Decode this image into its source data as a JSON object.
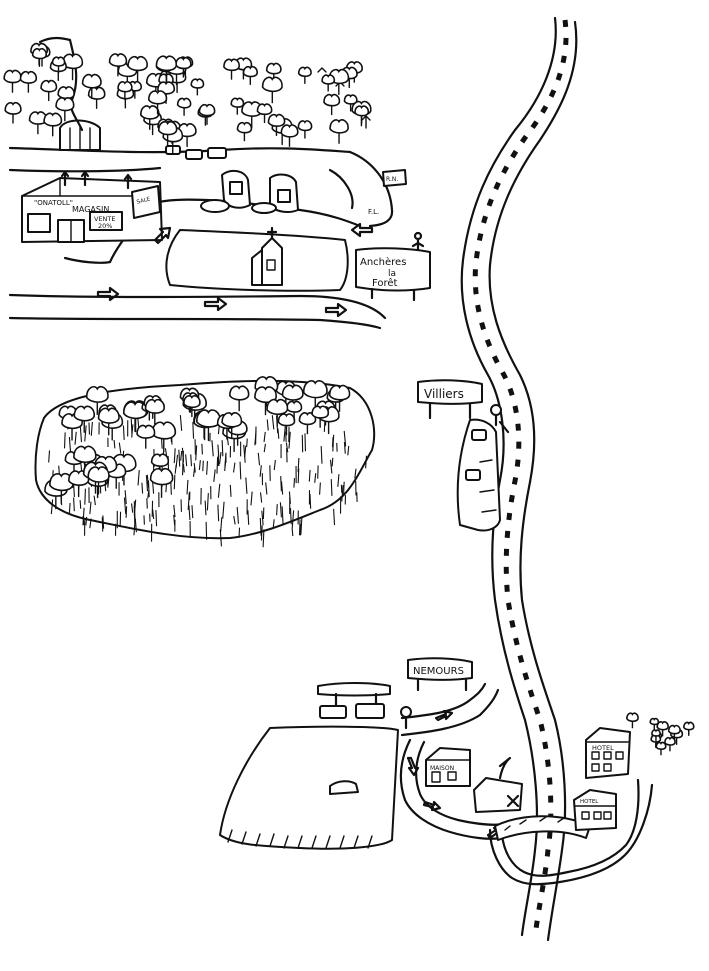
{
  "signs": {
    "ancheres_line1": "Anchères",
    "ancheres_line2": "la",
    "ancheres_line3": "Forêt",
    "villiers": "Villiers",
    "nemours": "NEMOURS",
    "fl": "F.L."
  },
  "shops": {
    "magasin_quote": "\"ONATOLL\"",
    "magasin_name": "MAGASIN",
    "vente": "VENTE",
    "vente_pct": "20%",
    "side_sign": "SALE"
  },
  "buildings": {
    "hotel_top": "HOTEL",
    "hotel_lower": "HOTEL",
    "maison": "MAISON"
  },
  "colors": {
    "ink": "#111111",
    "paper": "#ffffff"
  }
}
